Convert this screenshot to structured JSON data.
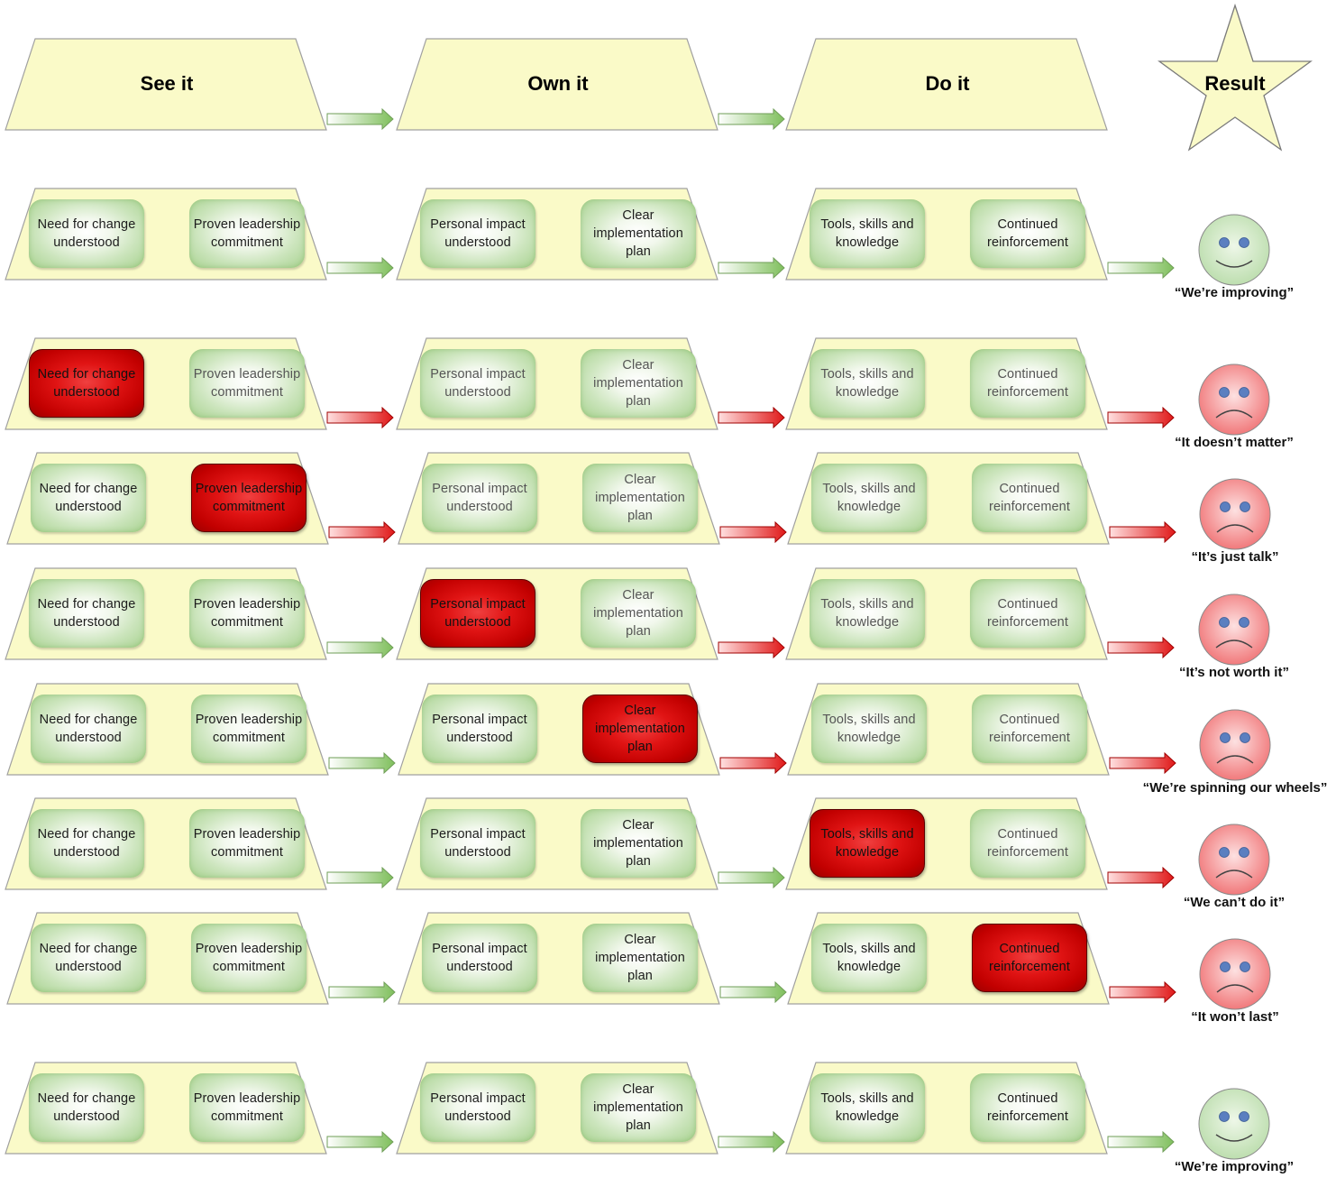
{
  "headers": [
    "See it",
    "Own it",
    "Do it"
  ],
  "result_label": "Result",
  "elements": [
    [
      "Need for change understood",
      "Proven leadership commitment"
    ],
    [
      "Personal impact understood",
      "Clear implementation plan"
    ],
    [
      "Tools, skills and knowledge",
      "Continued reinforcement"
    ]
  ],
  "rows": [
    {
      "failed": null,
      "outcome": "positive",
      "quote": "“We’re improving”"
    },
    {
      "failed": 0,
      "outcome": "negative",
      "quote": "“It doesn’t matter”"
    },
    {
      "failed": 1,
      "outcome": "negative",
      "quote": "“It’s just talk”"
    },
    {
      "failed": 2,
      "outcome": "negative",
      "quote": "“It’s not worth it”"
    },
    {
      "failed": 3,
      "outcome": "negative",
      "quote": "“We’re spinning our wheels”"
    },
    {
      "failed": 4,
      "outcome": "negative",
      "quote": "“We can’t do it”"
    },
    {
      "failed": 5,
      "outcome": "negative",
      "quote": "“It won’t last”"
    },
    {
      "failed": null,
      "outcome": "positive",
      "quote": "“We’re improving”"
    }
  ],
  "colors": {
    "trapezoid_fill": "#fafac8",
    "success_green": "#a8d290",
    "failure_red": "#d00000",
    "happy_face": "#c6e4b8",
    "sad_face": "#f47e80"
  },
  "icons": {
    "result": "star-icon",
    "positive": "smiley-face-icon",
    "negative": "frown-face-icon",
    "connector": "right-arrow-icon"
  }
}
